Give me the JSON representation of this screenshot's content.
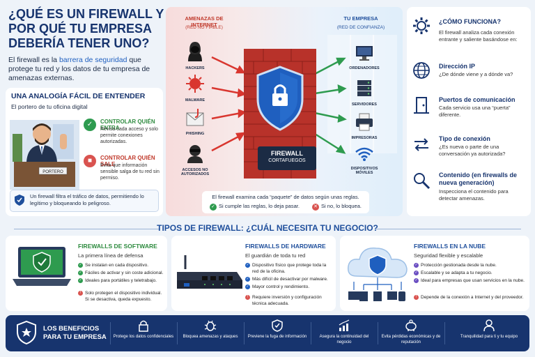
{
  "header": {
    "title": "¿Qué es un firewall y por qué tu empresa debería tener uno?",
    "intro_pre": "El firewall es la ",
    "intro_highlight": "barrera de seguridad",
    "intro_post": " que protege tu red y los datos de tu empresa de amenazas externas."
  },
  "analogy": {
    "title": "UNA ANALOGÍA FÁCIL DE ENTENDER",
    "subtitle": "El portero de tu oficina digital",
    "desk_label": "PORTERO",
    "items": [
      {
        "title": "CONTROLAR QUIÉN ENTRA",
        "desc": "Revisa cada acceso y solo permite conexiones autorizadas."
      },
      {
        "title": "CONTROLAR QUIÉN SALE",
        "desc": "Evita que información sensible salga de tu red sin permiso."
      }
    ],
    "note": "Un firewall filtra el tráfico de datos, permitiendo lo legítimo y bloqueando lo peligroso."
  },
  "diagram": {
    "threats_title": "AMENAZAS DE INTERNET",
    "threats_sub": "(RED NO FIABLE)",
    "company_title": "TU EMPRESA",
    "company_sub": "(RED DE CONFIANZA)",
    "threats": [
      "HACKERS",
      "MALWARE",
      "PHISHING",
      "ACCESOS NO AUTORIZADOS"
    ],
    "devices": [
      "ORDENADORES",
      "SERVIDORES",
      "IMPRESORAS",
      "DISPOSITIVOS MÓVILES"
    ],
    "firewall_label": "FIREWALL",
    "firewall_sub": "CORTAFUEGOS",
    "info": "El firewall examina cada “paquete” de datos según unas reglas.",
    "allow": "Si cumple las reglas, lo deja pasar.",
    "deny": "Si no, lo bloquea."
  },
  "how": {
    "title": "¿CÓMO FUNCIONA?",
    "intro": "El firewall analiza cada conexión entrante y saliente basándose en:",
    "items": [
      {
        "title": "Dirección IP",
        "desc": "¿De dónde viene y a dónde va?"
      },
      {
        "title": "Puertos de comunicación",
        "desc": "Cada servicio usa una “puerta” diferente."
      },
      {
        "title": "Tipo de conexión",
        "desc": "¿Es nueva o parte de una conversación ya autorizada?"
      },
      {
        "title": "Contenido (en firewalls de nueva generación)",
        "desc": "Inspecciona el contenido para detectar amenazas."
      }
    ]
  },
  "types": {
    "title": "TIPOS DE FIREWALL: ¿CUÁL NECESITA TU NEGOCIO?",
    "cards": [
      {
        "title": "FIREWALLS DE SOFTWARE",
        "subtitle": "La primera línea de defensa",
        "pros": [
          "Se instalan en cada dispositivo.",
          "Fáciles de activar y sin coste adicional.",
          "Ideales para portátiles y teletrabajo."
        ],
        "cons": [
          "Solo protegen el dispositivo individual. Si se desactiva, queda expuesto."
        ]
      },
      {
        "title": "FIREWALLS DE HARDWARE",
        "subtitle": "El guardián de toda tu red",
        "pros": [
          "Dispositivo físico que protege toda la red de la oficina.",
          "Más difícil de desactivar por malware.",
          "Mayor control y rendimiento."
        ],
        "cons": [
          "Requiere inversión y configuración técnica adecuada."
        ]
      },
      {
        "title": "FIREWALLS EN LA NUBE",
        "subtitle": "Seguridad flexible y escalable",
        "pros": [
          "Protección gestionada desde la nube.",
          "Escalable y se adapta a tu negocio.",
          "Ideal para empresas que usan servicios en la nube."
        ],
        "cons": [
          "Depende de la conexión a Internet y del proveedor."
        ]
      }
    ]
  },
  "benefits": {
    "title": "LOS BENEFICIOS PARA TU EMPRESA",
    "items": [
      "Protege los datos confidenciales",
      "Bloquea amenazas y ataques",
      "Previene la fuga de información",
      "Asegura la continuidad del negocio",
      "Evita pérdidas económicas y de reputación",
      "Tranquilidad para ti y tu equipo"
    ]
  },
  "colors": {
    "navy": "#17346e",
    "accent_green": "#2e9b4f",
    "accent_red": "#d9534f",
    "accent_blue": "#1f5fbf"
  }
}
